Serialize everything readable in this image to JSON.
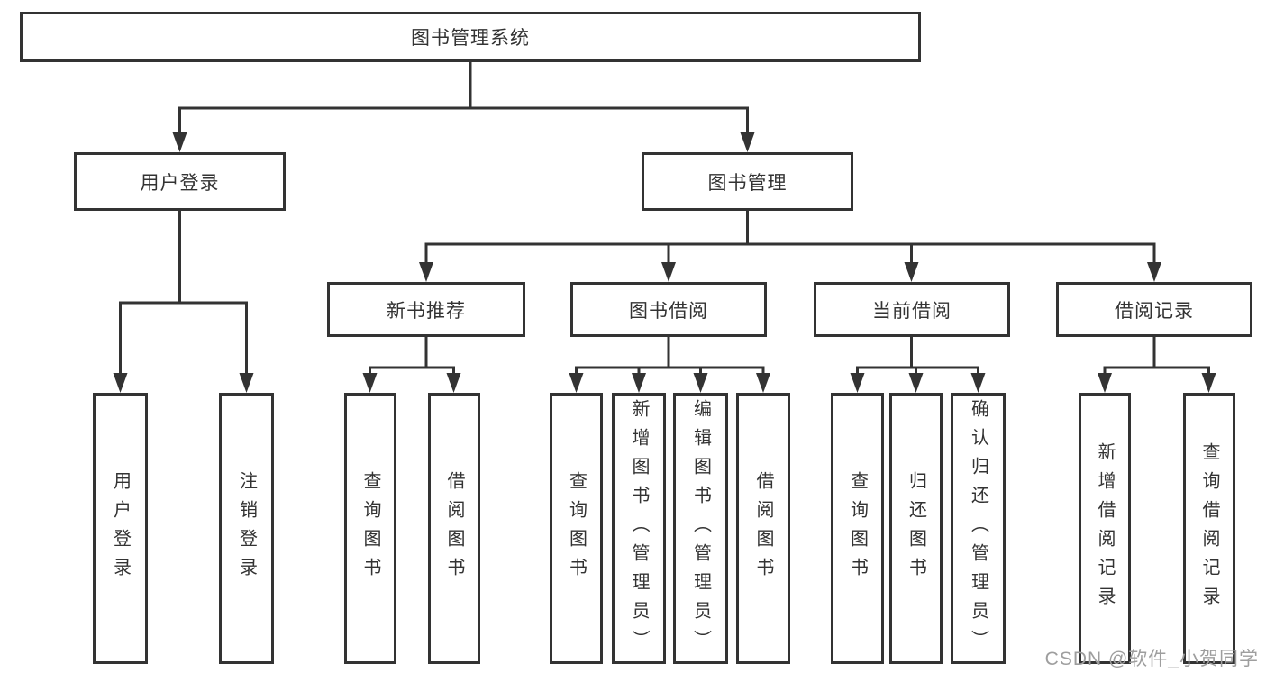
{
  "diagram": {
    "title": "图书管理系统",
    "line_color": "#333333",
    "background": "#ffffff",
    "watermark": {
      "text": "CSDN @软件_小贺同学",
      "color": "#9e9e9e"
    }
  },
  "nodes": {
    "root": {
      "label": "图书管理系统"
    },
    "user_login": {
      "label": "用户登录"
    },
    "book_management": {
      "label": "图书管理"
    },
    "new_book_recommend": {
      "label": "新书推荐"
    },
    "book_borrow": {
      "label": "图书借阅"
    },
    "current_borrow": {
      "label": "当前借阅"
    },
    "borrow_records": {
      "label": "借阅记录"
    },
    "leaf_user_login": {
      "label": "用户登录"
    },
    "leaf_logout": {
      "label": "注销登录"
    },
    "leaf_rec_query_books": {
      "label": "查询图书"
    },
    "leaf_rec_borrow_books": {
      "label": "借阅图书"
    },
    "leaf_bb_query_books": {
      "label": "查询图书"
    },
    "leaf_bb_add_books": {
      "label": "新增图书（管理员）"
    },
    "leaf_bb_edit_books": {
      "label": "编辑图书（管理员）"
    },
    "leaf_bb_borrow_books": {
      "label": "借阅图书"
    },
    "leaf_cb_query_books": {
      "label": "查询图书"
    },
    "leaf_cb_return_books": {
      "label": "归还图书"
    },
    "leaf_cb_confirm_return": {
      "label": "确认归还（管理员）"
    },
    "leaf_br_add_record": {
      "label": "新增借阅记录"
    },
    "leaf_br_query_record": {
      "label": "查询借阅记录"
    }
  },
  "hierarchy": {
    "图书管理系统": {
      "用户登录": [
        "用户登录",
        "注销登录"
      ],
      "图书管理": {
        "新书推荐": [
          "查询图书",
          "借阅图书"
        ],
        "图书借阅": [
          "查询图书",
          "新增图书（管理员）",
          "编辑图书（管理员）",
          "借阅图书"
        ],
        "当前借阅": [
          "查询图书",
          "归还图书",
          "确认归还（管理员）"
        ],
        "借阅记录": [
          "新增借阅记录",
          "查询借阅记录"
        ]
      }
    }
  }
}
